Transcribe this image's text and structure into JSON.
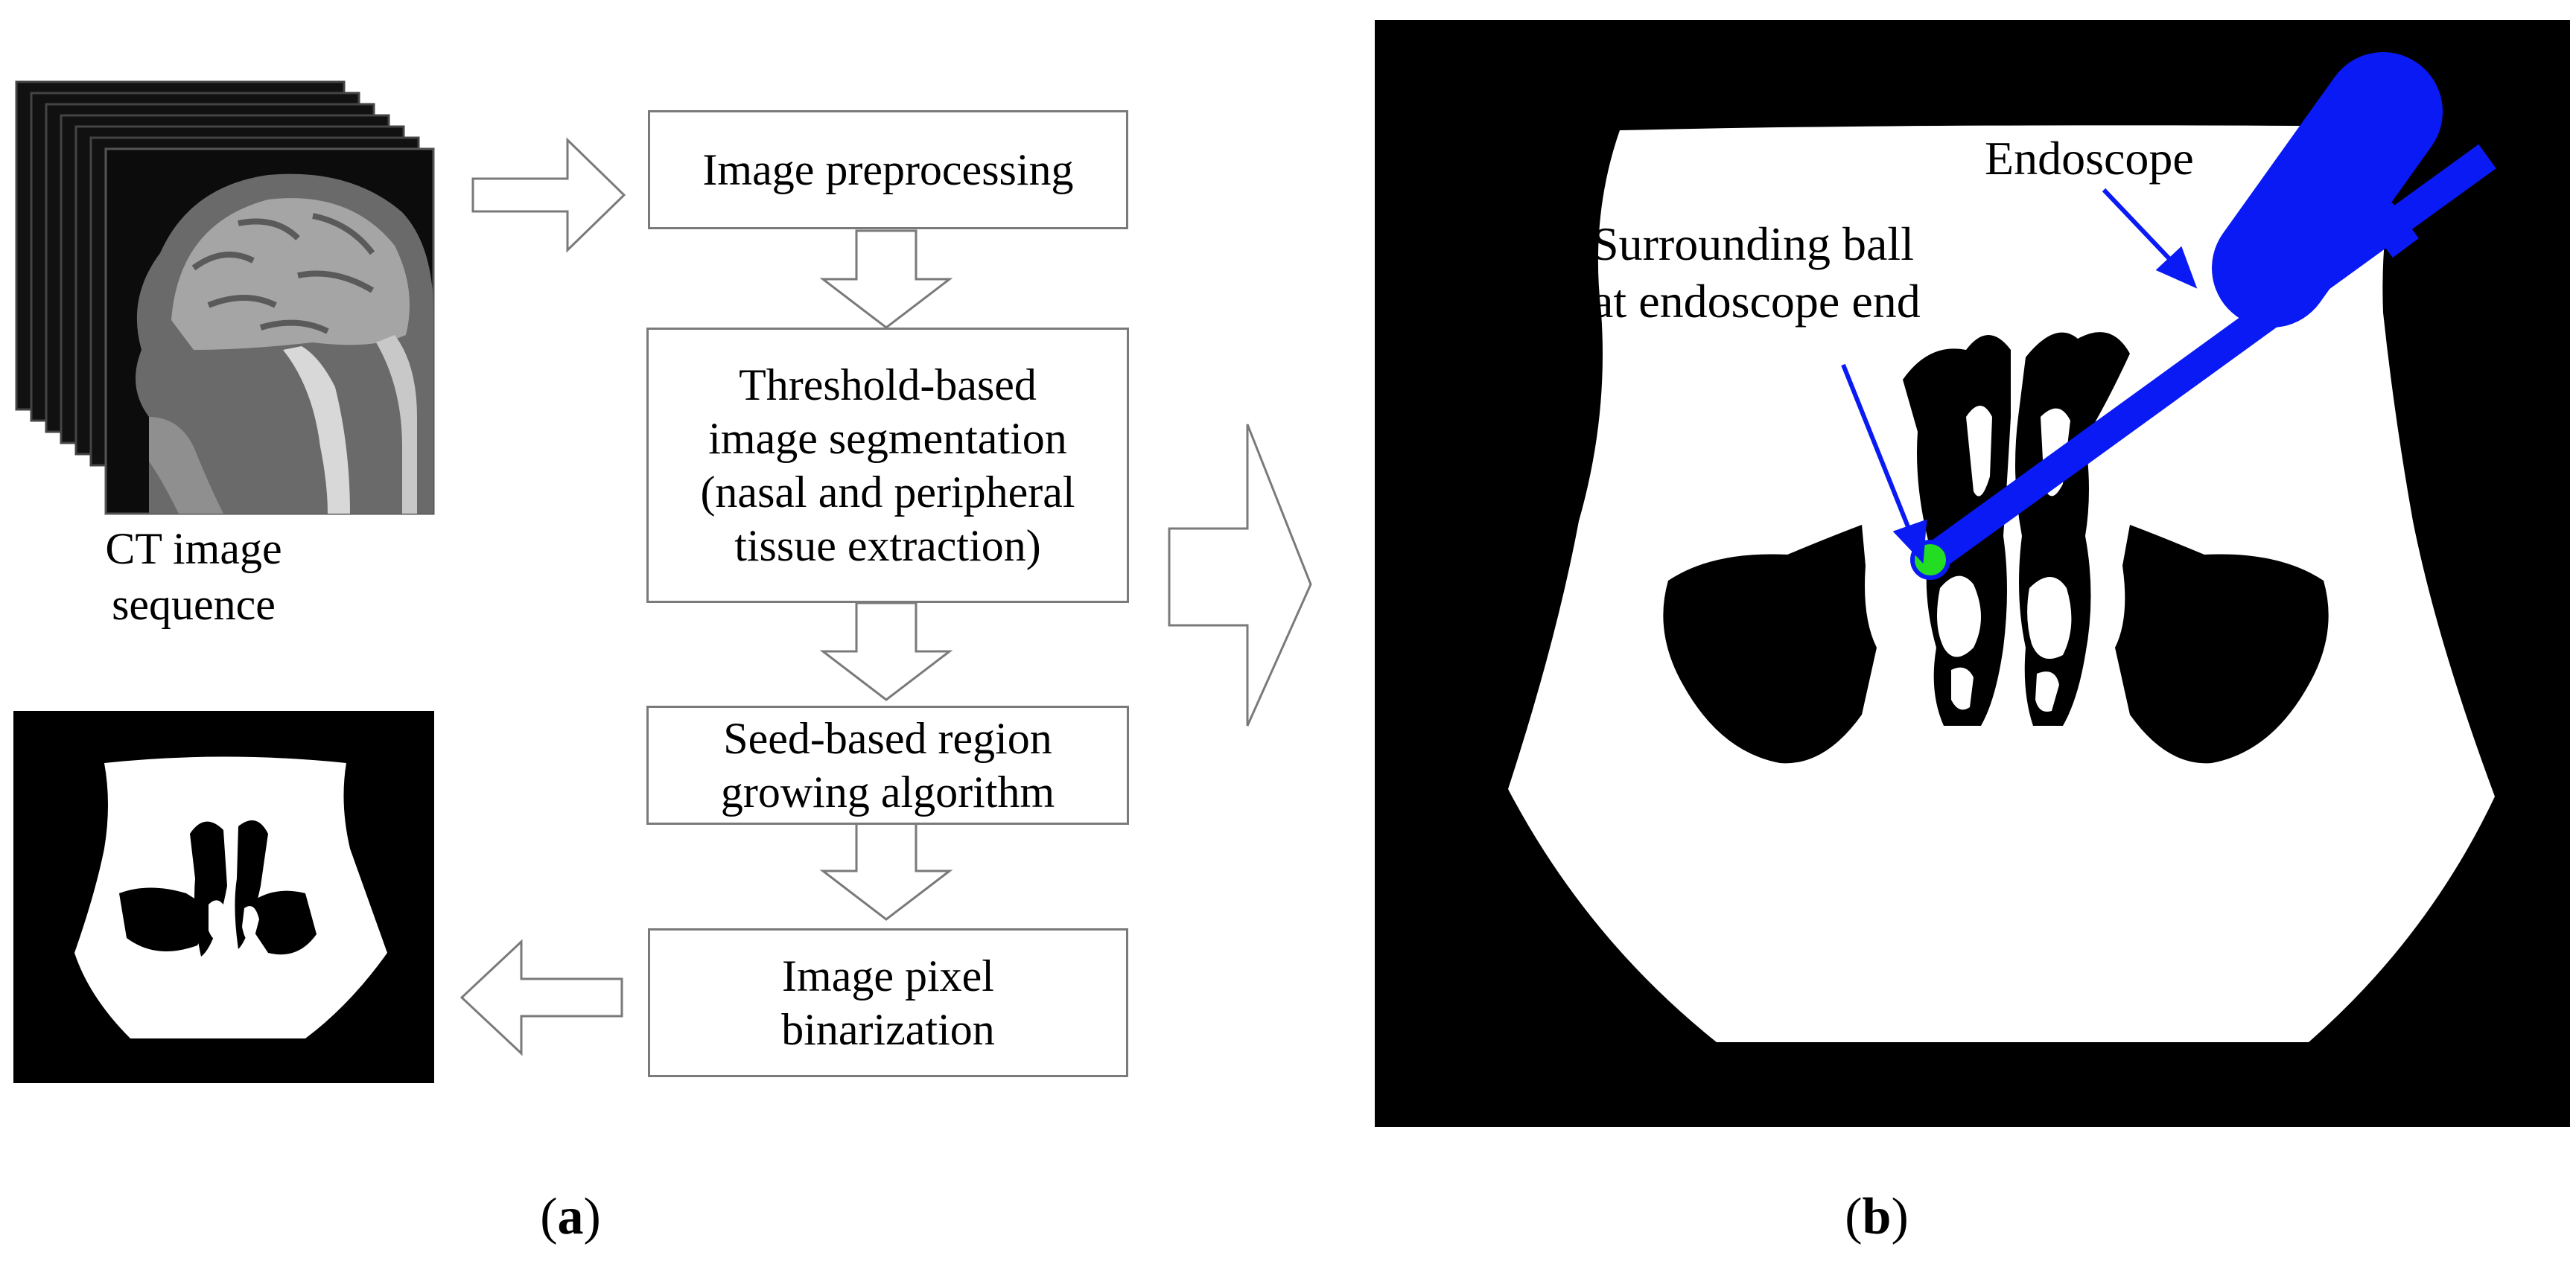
{
  "flow": {
    "step1": "Image preprocessing",
    "step2_lines": [
      "Threshold-based",
      "image segmentation",
      "(nasal and peripheral",
      "tissue extraction)"
    ],
    "step3_lines": [
      "Seed-based region",
      "growing algorithm"
    ],
    "step4_lines": [
      "Image pixel",
      "binarization"
    ]
  },
  "input": {
    "caption_lines": [
      "CT image",
      "sequence"
    ]
  },
  "scene": {
    "endoscope_label": "Endoscope",
    "ball_label_lines": [
      "Surrounding ball",
      "at endoscope end"
    ],
    "endoscope_color": "#0a1af5",
    "ball_color": "#22dd22"
  },
  "panels": {
    "a": "a",
    "b": "b"
  }
}
